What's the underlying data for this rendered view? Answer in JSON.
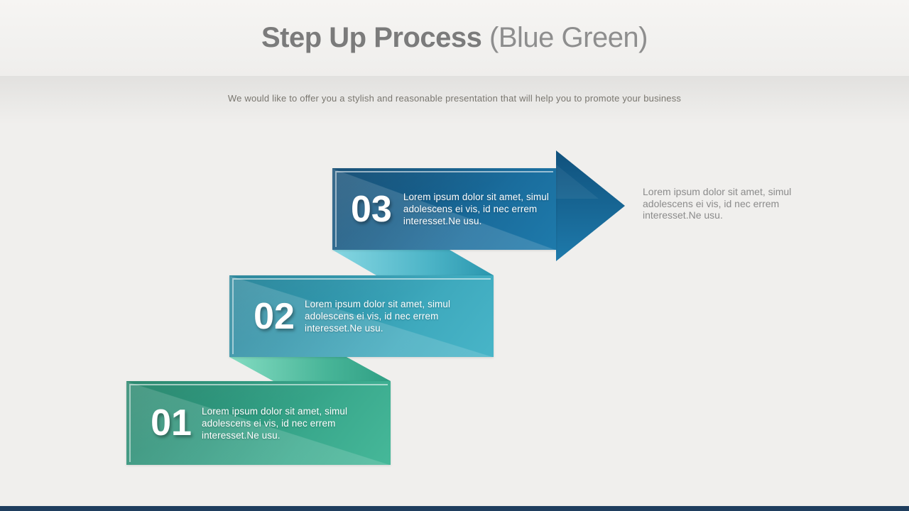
{
  "slide": {
    "title_bold": "Step Up Process",
    "title_light": "(Blue Green)",
    "subtitle": "We would like to offer you a stylish and reasonable presentation that will help you to promote your business"
  },
  "steps": [
    {
      "number": "03",
      "description": "Lorem ipsum dolor sit amet, simul adolescens ei vis, id nec errem interesset.Ne usu."
    },
    {
      "number": "02",
      "description": "Lorem ipsum dolor sit amet, simul adolescens ei vis, id nec errem interesset.Ne usu."
    },
    {
      "number": "01",
      "description": "Lorem ipsum dolor sit amet, simul adolescens ei vis, id nec errem interesset.Ne usu."
    }
  ],
  "side_note": "Lorem ipsum dolor sit amet, simul adolescens ei vis, id nec errem interesset.Ne usu.",
  "colors": {
    "step_03_blue": "#15608d",
    "step_02_teal": "#2f94aa",
    "step_01_green": "#2e9a7e",
    "ribbon_cyan": "#5fc4d4",
    "ribbon_green": "#6fd3b8",
    "footer_bar": "#1f3e5e",
    "title_gray": "#7b7b7b"
  }
}
